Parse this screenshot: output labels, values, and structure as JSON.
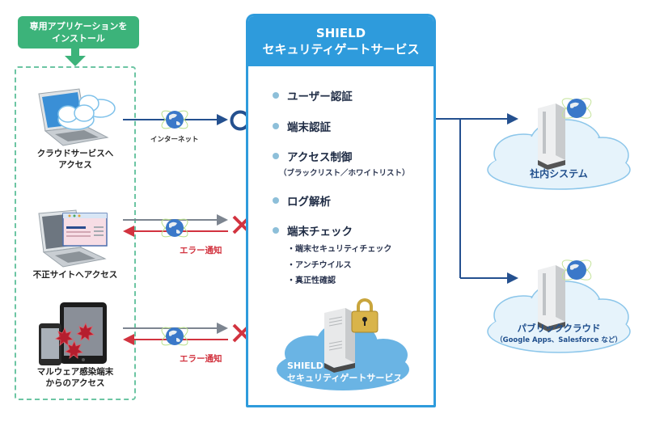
{
  "install_badge": {
    "line1": "専用アプリケーションを",
    "line2": "インストール",
    "color": "#3cb37a"
  },
  "clients": [
    {
      "id": "cloud-access",
      "icon": "laptop-cloud-icon",
      "label_line1": "クラウドサービスへ",
      "label_line2": "アクセス",
      "connection_label": "インターネット",
      "result": "allowed"
    },
    {
      "id": "illegal-site",
      "icon": "laptop-browser-icon",
      "label_line1": "不正サイトへアクセス",
      "label_line2": "",
      "connection_label": "エラー通知",
      "result": "blocked"
    },
    {
      "id": "malware-device",
      "icon": "infected-devices-icon",
      "label_line1": "マルウェア感染端末",
      "label_line2": "からのアクセス",
      "connection_label": "エラー通知",
      "result": "blocked"
    }
  ],
  "shield": {
    "title_line1": "SHIELD",
    "title_line2": "セキュリティゲートサービス",
    "color": "#2e9bdc",
    "features": [
      {
        "label": "ユーザー認証",
        "sub": ""
      },
      {
        "label": "端末認証",
        "sub": ""
      },
      {
        "label": "アクセス制御",
        "sub": "（ブラックリスト／ホワイトリスト）"
      },
      {
        "label": "ログ解析",
        "sub": ""
      },
      {
        "label": "端末チェック",
        "sub": ""
      }
    ],
    "device_check_items": [
      "・端末セキュリティチェック",
      "・アンチウイルス",
      "・真正性確認"
    ],
    "cloud_label_line1": "SHIELD",
    "cloud_label_line2": "セキュリティゲートサービス"
  },
  "destinations": [
    {
      "label": "社内システム",
      "sub": ""
    },
    {
      "label": "パブリッククラウド",
      "sub": "（Google Apps、Salesforce など）"
    }
  ],
  "colors": {
    "allowed_arrow": "#24508f",
    "request_arrow": "#7d8590",
    "error_arrow": "#d2333f",
    "block_mark": "#d2333f",
    "dashed_border": "#6cc5a3",
    "cloud_light": "#e6f3fb",
    "cloud_shield": "#6ab4e4"
  }
}
